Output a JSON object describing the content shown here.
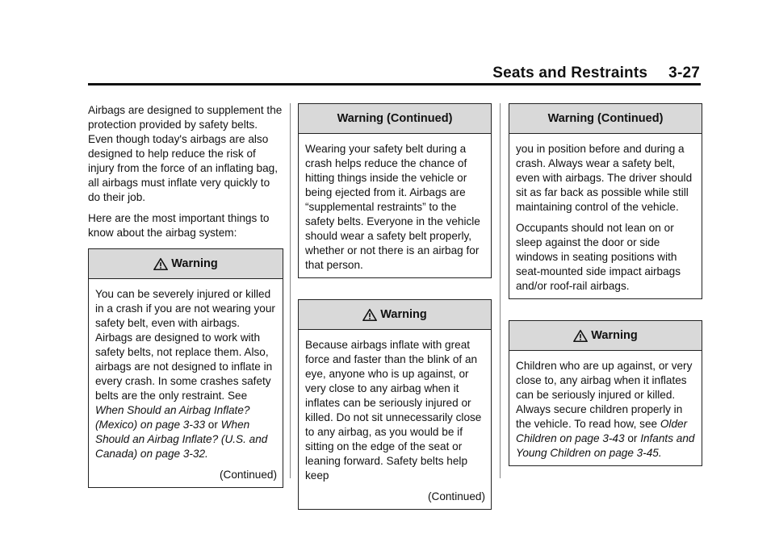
{
  "header": {
    "title": "Seats and Restraints",
    "page_number": "3-27"
  },
  "column1": {
    "paragraph1": "Airbags are designed to supplement the protection provided by safety belts. Even though today's airbags are also designed to help reduce the risk of injury from the force of an inflating bag, all airbags must inflate very quickly to do their job.",
    "paragraph2": "Here are the most important things to know about the airbag system:",
    "warning": {
      "title": "Warning",
      "text": "You can be severely injured or killed in a crash if you are not wearing your safety belt, even with airbags. Airbags are designed to work with safety belts, not replace them. Also, airbags are not designed to inflate in every crash. In some crashes safety belts are the only restraint. See",
      "ref1": "When Should an Airbag Inflate? (Mexico) on page 3-33",
      "or": "or",
      "ref2": "When Should an Airbag Inflate? (U.S. and Canada) on page 3-32.",
      "continued": "(Continued)"
    }
  },
  "column2": {
    "warning_continued": {
      "title": "Warning  (Continued)",
      "text": "Wearing your safety belt during a crash helps reduce the chance of hitting things inside the vehicle or being ejected from it. Airbags are “supplemental restraints” to the safety belts. Everyone in the vehicle should wear a safety belt properly, whether or not there is an airbag for that person."
    },
    "warning": {
      "title": "Warning",
      "text": "Because airbags inflate with great force and faster than the blink of an eye, anyone who is up against, or very close to any airbag when it inflates can be seriously injured or killed. Do not sit unnecessarily close to any airbag, as you would be if sitting on the edge of the seat or leaning forward. Safety belts help keep",
      "continued": "(Continued)"
    }
  },
  "column3": {
    "warning_continued": {
      "title": "Warning  (Continued)",
      "text1": "you in position before and during a crash. Always wear a safety belt, even with airbags. The driver should sit as far back as possible while still maintaining control of the vehicle.",
      "text2": "Occupants should not lean on or sleep against the door or side windows in seating positions with seat-mounted side impact airbags and/or roof-rail airbags."
    },
    "warning": {
      "title": "Warning",
      "text": "Children who are up against, or very close to, any airbag when it inflates can be seriously injured or killed. Always secure children properly in the vehicle. To read how, see",
      "ref1": "Older Children on page 3-43",
      "or": "or",
      "ref2": "Infants and Young Children on page 3-45."
    }
  },
  "icons": {
    "warning": "warning-triangle-icon"
  }
}
